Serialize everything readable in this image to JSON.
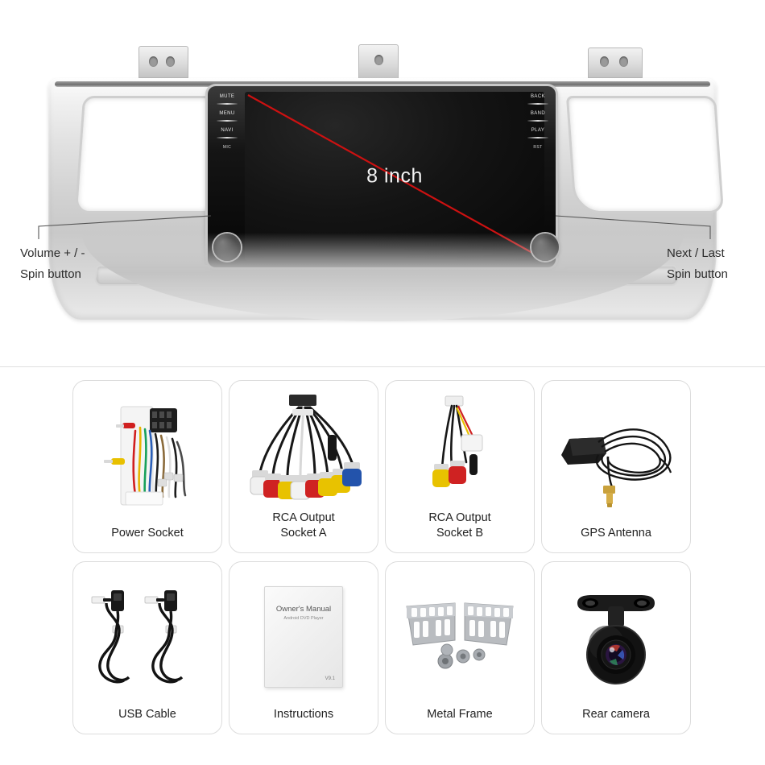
{
  "product": {
    "screen_label": "8 inch",
    "left_keys": [
      "MUTE",
      "MENU",
      "NAVI",
      "MIC"
    ],
    "right_keys": [
      "BACK",
      "BAND",
      "PLAY",
      "RST"
    ],
    "callout_left": {
      "line1": "Volume + / -",
      "line2": "Spin button"
    },
    "callout_right": {
      "line1": "Next / Last",
      "line2": "Spin button"
    }
  },
  "colors": {
    "fascia_silver": "#d2d2d2",
    "screen_black": "#0a0a0a",
    "diagonal_red": "#cc1111",
    "card_border": "#dcdcdc",
    "label_text": "#222222"
  },
  "accessories": [
    {
      "id": "power-socket",
      "label": "Power Socket"
    },
    {
      "id": "rca-socket-a",
      "label": "RCA Output\nSocket A"
    },
    {
      "id": "rca-socket-b",
      "label": "RCA Output\nSocket B"
    },
    {
      "id": "gps-antenna",
      "label": "GPS Antenna"
    },
    {
      "id": "usb-cable",
      "label": "USB Cable"
    },
    {
      "id": "instructions",
      "label": "Instructions"
    },
    {
      "id": "metal-frame",
      "label": "Metal Frame"
    },
    {
      "id": "rear-camera",
      "label": "Rear camera"
    }
  ],
  "manual": {
    "title": "Owner's Manual",
    "subtitle": "Android DVD Player",
    "version": "V9.1"
  }
}
